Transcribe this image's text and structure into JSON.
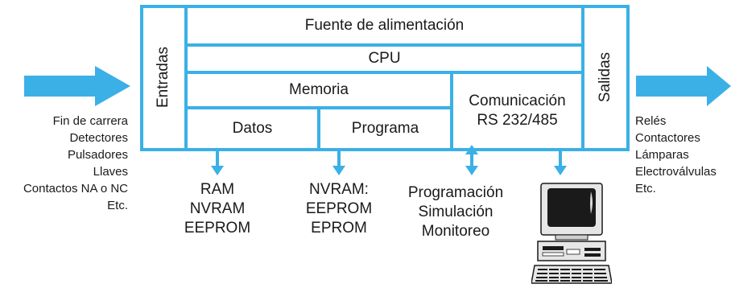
{
  "block": {
    "inputs_label": "Entradas",
    "outputs_label": "Salidas",
    "power_supply": "Fuente de alimentación",
    "cpu": "CPU",
    "memory": "Memoria",
    "data": "Datos",
    "program": "Programa",
    "communication": [
      "Comunicación",
      "RS 232/485"
    ]
  },
  "input_devices": [
    "Fin de carrera",
    "Detectores",
    "Pulsadores",
    "Llaves",
    "Contactos NA o NC",
    "Etc."
  ],
  "output_devices": [
    "Relés",
    "Contactores",
    "Lámparas",
    "Electroválvulas",
    "Etc."
  ],
  "data_memory_types": [
    "RAM",
    "NVRAM",
    "EEPROM"
  ],
  "program_memory_types": [
    "NVRAM:",
    "EEPROM",
    "EPROM"
  ],
  "communication_uses": [
    "Programación",
    "Simulación",
    "Monitoreo"
  ],
  "colors": {
    "frame": "#3bb0e6",
    "fill": "#ffffff",
    "arrow": "#3bb0e6",
    "text": "#1a1a1a"
  },
  "icons": [
    "input-arrow-icon",
    "output-arrow-icon",
    "computer-icon"
  ]
}
